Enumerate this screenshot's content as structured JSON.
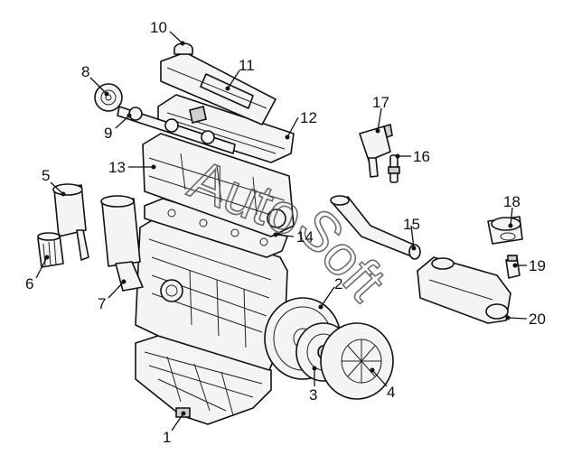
{
  "callouts": [
    {
      "id": "1",
      "label": "1"
    },
    {
      "id": "2",
      "label": "2"
    },
    {
      "id": "3",
      "label": "3"
    },
    {
      "id": "4",
      "label": "4"
    },
    {
      "id": "5",
      "label": "5"
    },
    {
      "id": "6",
      "label": "6"
    },
    {
      "id": "7",
      "label": "7"
    },
    {
      "id": "8",
      "label": "8"
    },
    {
      "id": "9",
      "label": "9"
    },
    {
      "id": "10",
      "label": "10"
    },
    {
      "id": "11",
      "label": "11"
    },
    {
      "id": "12",
      "label": "12"
    },
    {
      "id": "13",
      "label": "13"
    },
    {
      "id": "14",
      "label": "14"
    },
    {
      "id": "15",
      "label": "15"
    },
    {
      "id": "16",
      "label": "16"
    },
    {
      "id": "17",
      "label": "17"
    },
    {
      "id": "18",
      "label": "18"
    },
    {
      "id": "19",
      "label": "19"
    },
    {
      "id": "20",
      "label": "20"
    }
  ],
  "watermark": {
    "line1": "Auto",
    "line2": "Soft"
  }
}
